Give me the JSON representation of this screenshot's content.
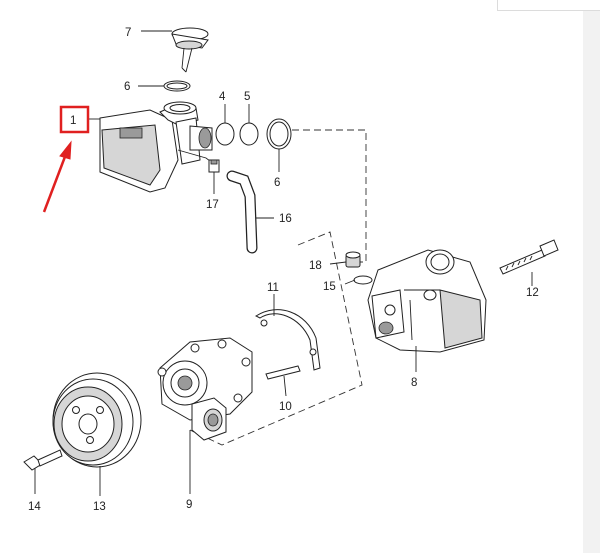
{
  "parts": [
    {
      "id": "p1",
      "number": "1"
    },
    {
      "id": "p4",
      "number": "4"
    },
    {
      "id": "p5",
      "number": "5"
    },
    {
      "id": "p6a",
      "number": "6"
    },
    {
      "id": "p6b",
      "number": "6"
    },
    {
      "id": "p7",
      "number": "7"
    },
    {
      "id": "p8",
      "number": "8"
    },
    {
      "id": "p9",
      "number": "9"
    },
    {
      "id": "p10",
      "number": "10"
    },
    {
      "id": "p11",
      "number": "11"
    },
    {
      "id": "p12",
      "number": "12"
    },
    {
      "id": "p13",
      "number": "13"
    },
    {
      "id": "p14",
      "number": "14"
    },
    {
      "id": "p15",
      "number": "15"
    },
    {
      "id": "p16",
      "number": "16"
    },
    {
      "id": "p17",
      "number": "17"
    },
    {
      "id": "p18",
      "number": "18"
    }
  ],
  "highlight": {
    "part_number": "1",
    "color": "#e02020"
  },
  "colors": {
    "line": "#222222",
    "highlight": "#e02020",
    "background": "#ffffff"
  }
}
